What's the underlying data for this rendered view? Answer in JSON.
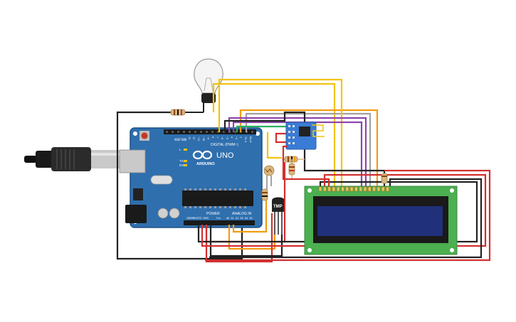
{
  "arduino": {
    "brand": "ARDUINO",
    "model": "UNO",
    "digital_label": "DIGITAL (PWM~)",
    "power_label": "POWER",
    "analog_label": "ANALOG IN",
    "led_labels": [
      "L",
      "TX",
      "RX"
    ],
    "aref": "AREF",
    "gnd": "GND",
    "ioref": "IOREF",
    "reset": "RESET",
    "v33": "3.3V",
    "v5": "5V",
    "vin": "Vin",
    "digital_pins": [
      "13",
      "12",
      "~11",
      "~10",
      "~9",
      "8",
      "7",
      "~6",
      "~5",
      "4",
      "~3",
      "2",
      "TX→1",
      "RX←0"
    ],
    "analog_pins": [
      "A0",
      "A1",
      "A2",
      "A3",
      "A4",
      "A5"
    ]
  },
  "sensor": {
    "label": "TMP"
  },
  "lcd": {
    "pins": 16
  },
  "colors": {
    "board": "#2f6fae",
    "board_dark": "#1e4f85",
    "lcd_pcb": "#4caf50",
    "lcd_screen": "#20307a",
    "wire_red": "#d32f2f",
    "wire_black": "#222222",
    "wire_orange": "#f39c12",
    "wire_yellow": "#f1c40f",
    "wire_purple": "#8e44ad",
    "wire_gray": "#a0a0a0",
    "wire_green": "#27ae60",
    "wifi_module": "#3a7bd5"
  }
}
